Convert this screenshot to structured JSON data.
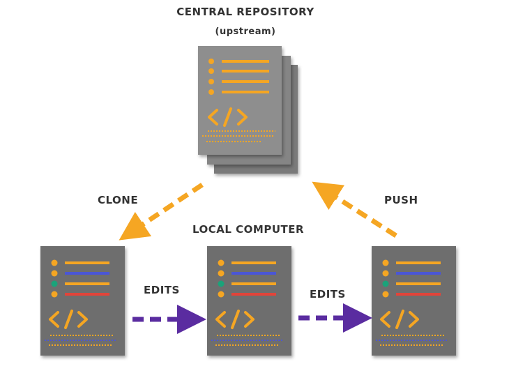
{
  "labels": {
    "central_title": "CENTRAL REPOSITORY",
    "central_subtitle": "(upstream)",
    "clone": "CLONE",
    "push": "PUSH",
    "local_title": "LOCAL COMPUTER",
    "edits_1": "EDITS",
    "edits_2": "EDITS"
  },
  "colors": {
    "document": "#6e6e6e",
    "document_back": "#8a8a8a",
    "repo_document": "#8e8e8e",
    "accent_yellow": "#f5a623",
    "accent_blue": "#4a56d6",
    "accent_red": "#e2443a",
    "accent_green": "#1aa37a",
    "sync_arrow": "#f5a623",
    "edit_arrow": "#5a2ca0"
  },
  "icons": {
    "document": "code-document-icon",
    "code_tag": "code-tag-icon"
  }
}
